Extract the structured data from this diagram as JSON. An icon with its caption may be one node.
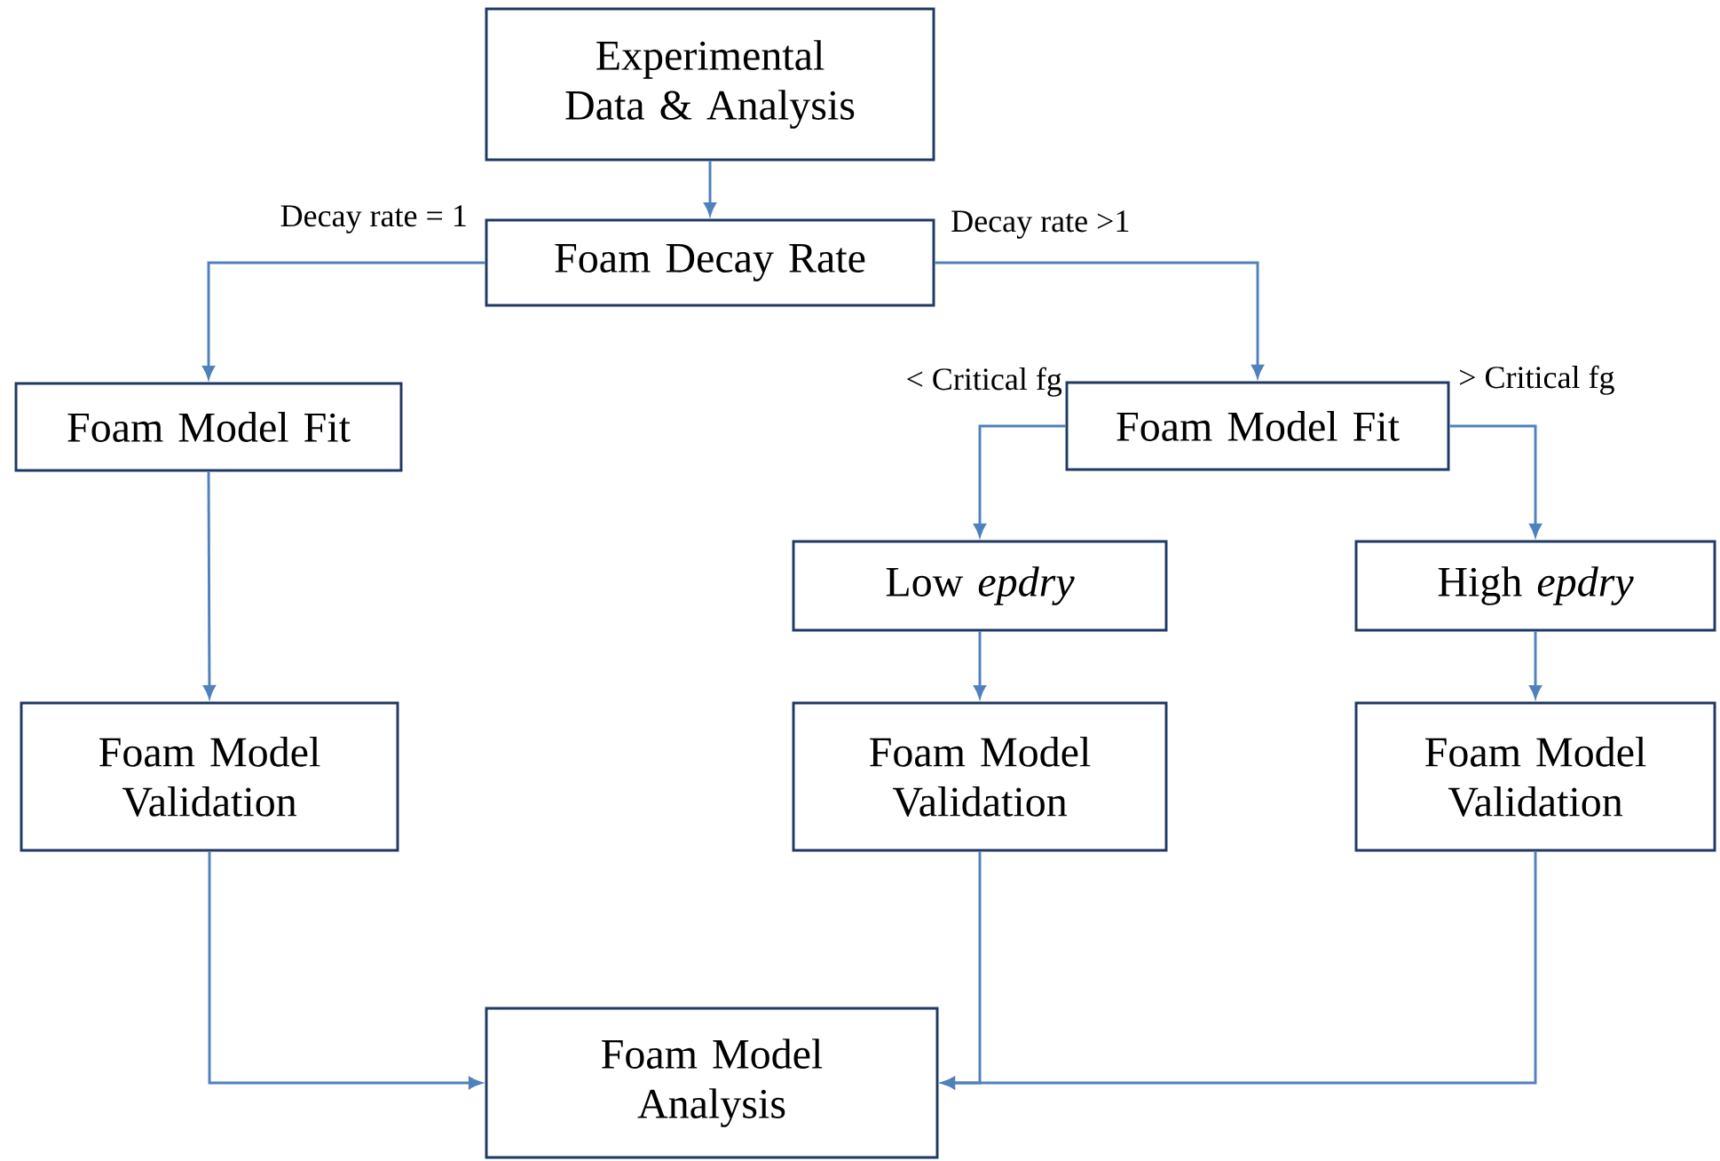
{
  "diagram": {
    "nodes": [
      {
        "text": [
          "Experimental Data & Analysis"
        ]
      },
      {
        "text": [
          "Foam Decay Rate"
        ]
      },
      {
        "text": [
          "Foam Model Fit"
        ]
      },
      {
        "text": [
          "Foam Model Fit"
        ]
      },
      {
        "text": [
          "Low *epdry*"
        ]
      },
      {
        "text": [
          "High *epdry*"
        ]
      },
      {
        "text": [
          "Foam Model Validation"
        ]
      },
      {
        "text": [
          "Foam Model Validation"
        ]
      },
      {
        "text": [
          "Foam Model Validation"
        ]
      },
      {
        "text": [
          "Foam Model Analysis"
        ]
      }
    ],
    "edges": [
      {
        "from": 0,
        "to": 1,
        "arrow": "to"
      },
      {
        "from": 1,
        "to": 2,
        "arrow": "to",
        "label": "Decay rate = 1"
      },
      {
        "from": 1,
        "to": 3,
        "arrow": "to",
        "label": "Decay rate >1"
      },
      {
        "from": 3,
        "to": 4,
        "arrow": "to",
        "label": "< Critical fg"
      },
      {
        "from": 3,
        "to": 5,
        "arrow": "to",
        "label": "> Critical fg"
      },
      {
        "from": 2,
        "to": 6,
        "arrow": "to"
      },
      {
        "from": 4,
        "to": 7,
        "arrow": "to"
      },
      {
        "from": 5,
        "to": 8,
        "arrow": "to"
      },
      {
        "from": 6,
        "to": 9,
        "arrow": "to"
      },
      {
        "from": 7,
        "to": 9,
        "arrow": "to"
      },
      {
        "from": 8,
        "to": 9,
        "arrow": "to"
      }
    ]
  }
}
